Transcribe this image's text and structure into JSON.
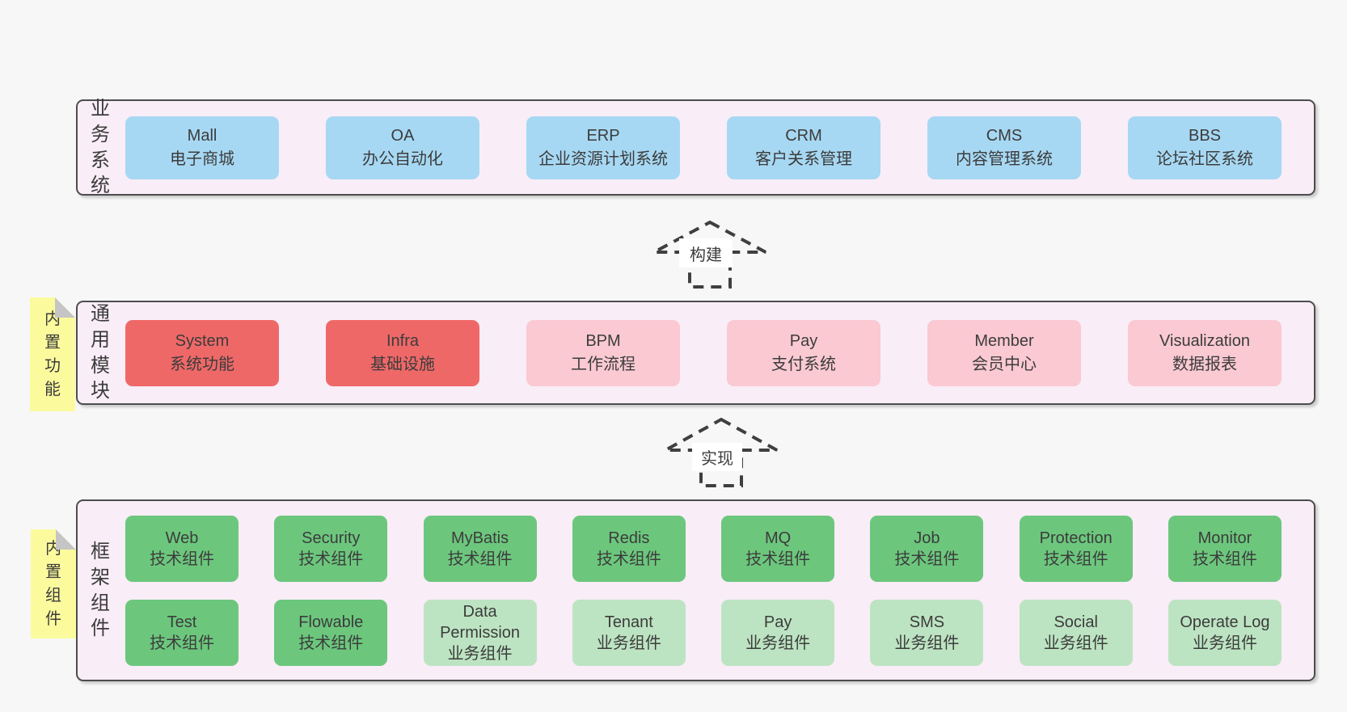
{
  "colors": {
    "page_bg": "#f7f7f7",
    "panel_bg": "#f9edf7",
    "panel_border": "#4d4d4d",
    "box_blue": "#a7d8f3",
    "box_red": "#ef6868",
    "box_pink": "#fac9d2",
    "box_green": "#6cc77d",
    "box_green_light": "#bde4c2",
    "tab_yellow": "#fbfb9e",
    "fold_gray": "#c5c5c5",
    "text": "#3c3c3c",
    "arrow_stroke": "#3f3f3f",
    "label_bg": "#ffffff"
  },
  "sections": {
    "business": {
      "label": "业务系统",
      "boxes": [
        {
          "en": "Mall",
          "zh": "电子商城",
          "color": "blue"
        },
        {
          "en": "OA",
          "zh": "办公自动化",
          "color": "blue"
        },
        {
          "en": "ERP",
          "zh": "企业资源计划系统",
          "color": "blue"
        },
        {
          "en": "CRM",
          "zh": "客户关系管理",
          "color": "blue"
        },
        {
          "en": "CMS",
          "zh": "内容管理系统",
          "color": "blue"
        },
        {
          "en": "BBS",
          "zh": "论坛社区系统",
          "color": "blue"
        }
      ]
    },
    "modules": {
      "tab": "内置功能",
      "label": "通用模块",
      "boxes": [
        {
          "en": "System",
          "zh": "系统功能",
          "color": "red"
        },
        {
          "en": "Infra",
          "zh": "基础设施",
          "color": "red"
        },
        {
          "en": "BPM",
          "zh": "工作流程",
          "color": "pink"
        },
        {
          "en": "Pay",
          "zh": "支付系统",
          "color": "pink"
        },
        {
          "en": "Member",
          "zh": "会员中心",
          "color": "pink"
        },
        {
          "en": "Visualization",
          "zh": "数据报表",
          "color": "pink"
        }
      ]
    },
    "framework": {
      "tab": "内置组件",
      "label": "框架组件",
      "rows": [
        [
          {
            "en": "Web",
            "zh": "技术组件",
            "color": "green"
          },
          {
            "en": "Security",
            "zh": "技术组件",
            "color": "green"
          },
          {
            "en": "MyBatis",
            "zh": "技术组件",
            "color": "green"
          },
          {
            "en": "Redis",
            "zh": "技术组件",
            "color": "green"
          },
          {
            "en": "MQ",
            "zh": "技术组件",
            "color": "green"
          },
          {
            "en": "Job",
            "zh": "技术组件",
            "color": "green"
          },
          {
            "en": "Protection",
            "zh": "技术组件",
            "color": "green"
          },
          {
            "en": "Monitor",
            "zh": "技术组件",
            "color": "green"
          }
        ],
        [
          {
            "en": "Test",
            "zh": "技术组件",
            "color": "green"
          },
          {
            "en": "Flowable",
            "zh": "技术组件",
            "color": "green"
          },
          {
            "en": "Data Permission",
            "zh": "业务组件",
            "color": "green-light"
          },
          {
            "en": "Tenant",
            "zh": "业务组件",
            "color": "green-light"
          },
          {
            "en": "Pay",
            "zh": "业务组件",
            "color": "green-light"
          },
          {
            "en": "SMS",
            "zh": "业务组件",
            "color": "green-light"
          },
          {
            "en": "Social",
            "zh": "业务组件",
            "color": "green-light"
          },
          {
            "en": "Operate Log",
            "zh": "业务组件",
            "color": "green-light"
          }
        ]
      ]
    }
  },
  "arrows": {
    "build": {
      "label": "构建"
    },
    "implement": {
      "label": "实现"
    }
  }
}
